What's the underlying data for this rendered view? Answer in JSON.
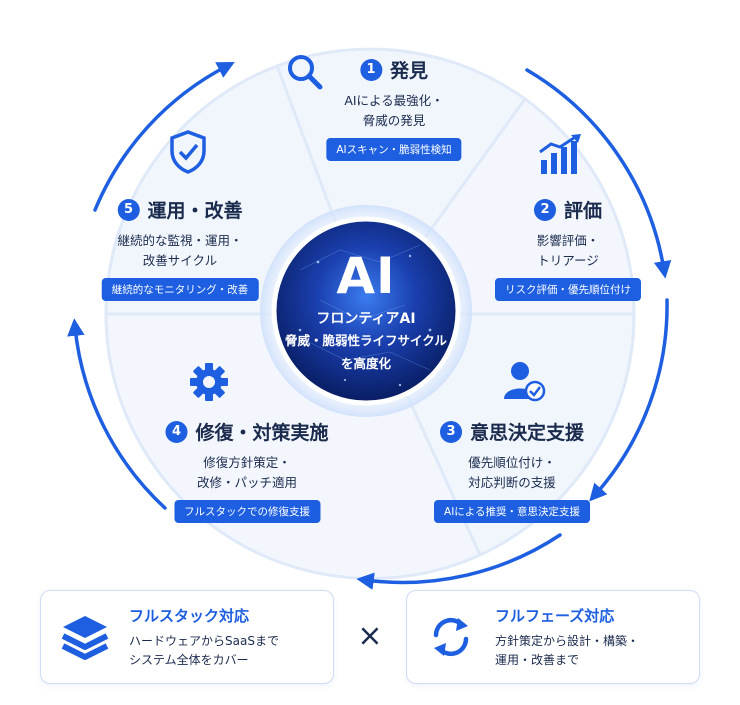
{
  "center": {
    "title": "AI",
    "name": "フロンティアAI",
    "subtitle_line1": "脅威・脆弱性ライフサイクル",
    "subtitle_line2": "を高度化"
  },
  "stages": [
    {
      "number": "1",
      "title": "発見",
      "desc_line1": "AIによる最強化・",
      "desc_line2": "脅威の発見",
      "tag": "AIスキャン・脆弱性検知",
      "icon": "magnifier-icon"
    },
    {
      "number": "2",
      "title": "評価",
      "desc_line1": "影響評価・",
      "desc_line2": "トリアージ",
      "tag": "リスク評価・優先順位付け",
      "icon": "bar-chart-icon"
    },
    {
      "number": "3",
      "title": "意思決定支援",
      "desc_line1": "優先順位付け・",
      "desc_line2": "対応判断の支援",
      "tag": "AIによる推奨・意思決定支援",
      "icon": "user-check-icon"
    },
    {
      "number": "4",
      "title": "修復・対策実施",
      "desc_line1": "修復方針策定・",
      "desc_line2": "改修・パッチ適用",
      "tag": "フルスタックでの修復支援",
      "icon": "gear-icon"
    },
    {
      "number": "5",
      "title": "運用・改善",
      "desc_line1": "継続的な監視・運用・",
      "desc_line2": "改善サイクル",
      "tag": "継続的なモニタリング・改善",
      "icon": "shield-check-icon"
    }
  ],
  "bottom": {
    "left": {
      "title": "フルスタック対応",
      "desc_line1": "ハードウェアからSaaSまで",
      "desc_line2": "システム全体をカバー",
      "icon": "stacked-layers-icon"
    },
    "operator": "×",
    "right": {
      "title": "フルフェーズ対応",
      "desc_line1": "方針策定から設計・構築・",
      "desc_line2": "運用・改善まで",
      "icon": "cycle-arrows-icon"
    }
  },
  "colors": {
    "accent": "#1d5fe0",
    "text": "#1b2b4d",
    "segment": "#f1f6fd",
    "segment_border": "#dfe9f8",
    "core": "#0a1f6e"
  }
}
